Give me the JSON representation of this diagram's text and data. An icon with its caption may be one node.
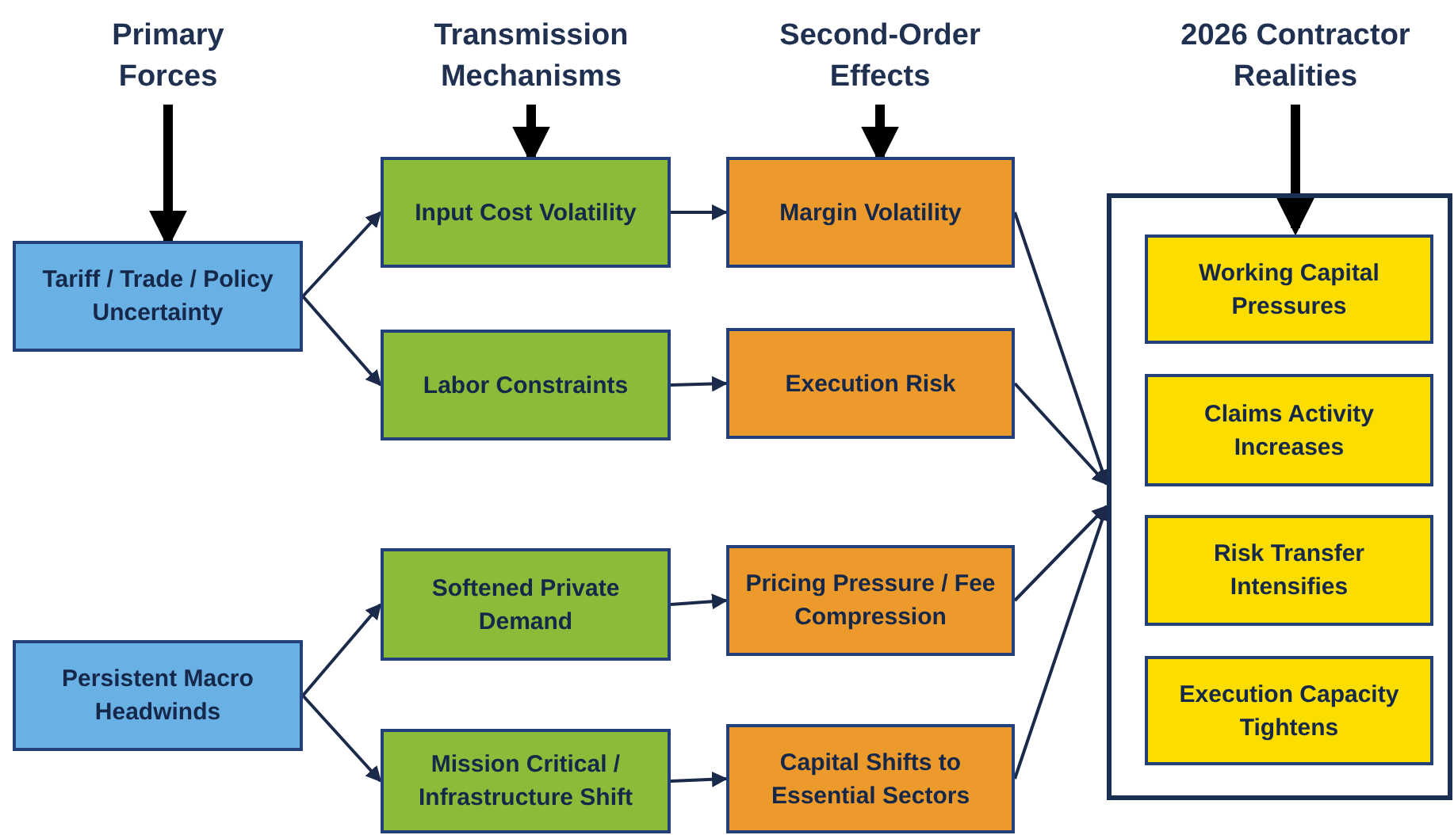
{
  "diagram": {
    "nodes": [
      {
        "text": [
          "Primary Forces"
        ]
      },
      {
        "text": [
          "Transmission Mechanisms"
        ]
      },
      {
        "text": [
          "Second-Order Effects"
        ]
      },
      {
        "text": [
          "2026 Contractor Realities"
        ]
      },
      {
        "text": [
          "Tariff / Trade / Policy Uncertainty"
        ]
      },
      {
        "text": [
          "Persistent Macro Headwinds"
        ]
      },
      {
        "text": [
          "Input Cost Volatility"
        ]
      },
      {
        "text": [
          "Labor Constraints"
        ]
      },
      {
        "text": [
          "Softened Private Demand"
        ]
      },
      {
        "text": [
          "Mission Critical / Infrastructure Shift"
        ]
      },
      {
        "text": [
          "Margin Volatility"
        ]
      },
      {
        "text": [
          "Execution Risk"
        ]
      },
      {
        "text": [
          "Pricing Pressure / Fee Compression"
        ]
      },
      {
        "text": [
          "Capital Shifts to Essential Sectors"
        ]
      },
      {
        "text": [],
        "shape": "box"
      },
      {
        "text": [
          "Working Capital Pressures"
        ],
        "in": 14
      },
      {
        "text": [
          "Claims Activity Increases"
        ],
        "in": 14
      },
      {
        "text": [
          "Risk Transfer Intensifies"
        ],
        "in": 14
      },
      {
        "text": [
          "Execution Capacity Tightens"
        ],
        "in": 14
      }
    ],
    "edges": [
      {
        "from": 0,
        "to": 4,
        "arrow": "to",
        "style": "thick",
        "color": "#000000"
      },
      {
        "from": 1,
        "to": 6,
        "arrow": "to",
        "style": "thick",
        "color": "#000000"
      },
      {
        "from": 2,
        "to": 10,
        "arrow": "to",
        "style": "thick",
        "color": "#000000"
      },
      {
        "from": 3,
        "to": 15,
        "arrow": "to",
        "style": "thick",
        "color": "#000000"
      },
      {
        "from": 4,
        "to": 6,
        "arrow": "to"
      },
      {
        "from": 4,
        "to": 7,
        "arrow": "to"
      },
      {
        "from": 5,
        "to": 8,
        "arrow": "to"
      },
      {
        "from": 5,
        "to": 9,
        "arrow": "to"
      },
      {
        "from": 6,
        "to": 10,
        "arrow": "to"
      },
      {
        "from": 7,
        "to": 11,
        "arrow": "to"
      },
      {
        "from": 8,
        "to": 12,
        "arrow": "to"
      },
      {
        "from": 9,
        "to": 13,
        "arrow": "to"
      },
      {
        "from": 10,
        "to": 14,
        "arrow": "to"
      },
      {
        "from": 11,
        "to": 14,
        "arrow": "to"
      },
      {
        "from": 12,
        "to": 14,
        "arrow": "to"
      },
      {
        "from": 13,
        "to": 14,
        "arrow": "to"
      }
    ]
  }
}
